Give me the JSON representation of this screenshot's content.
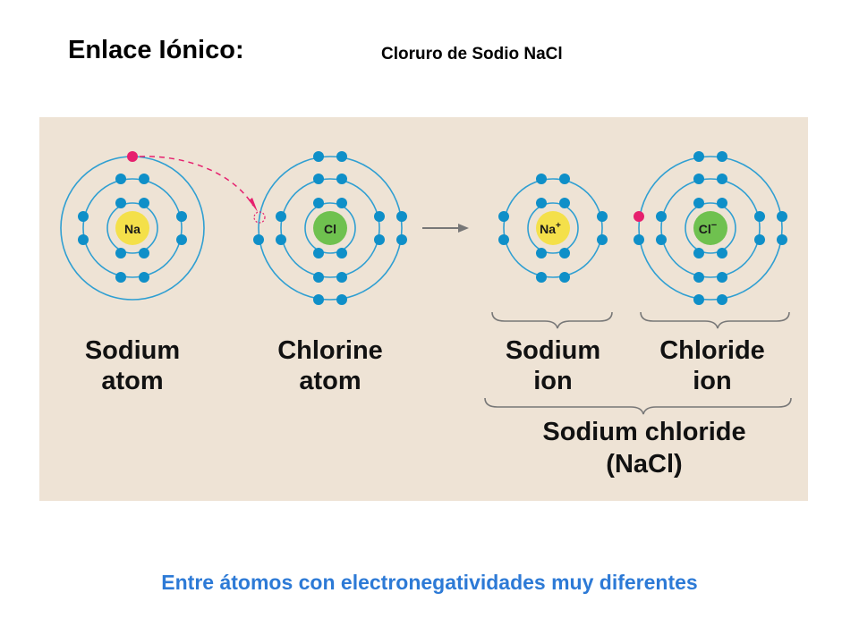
{
  "header": {
    "title": "Enlace Iónico:",
    "subtitle": "Cloruro de Sodio NaCl"
  },
  "diagram": {
    "atoms": [
      {
        "nucleus": "Na",
        "label_line1": "Sodium",
        "label_line2": "atom"
      },
      {
        "nucleus": "Cl",
        "label_line1": "Chlorine",
        "label_line2": "atom"
      },
      {
        "nucleus": "Na",
        "superscript": "+",
        "label_line1": "Sodium",
        "label_line2": "ion"
      },
      {
        "nucleus": "Cl",
        "superscript": "−",
        "label_line1": "Chloride",
        "label_line2": "ion"
      }
    ],
    "compound_line1": "Sodium chloride",
    "compound_line2": "(NaCl)",
    "colors": {
      "background": "#eee3d5",
      "shell": "#2f9fd2",
      "electron": "#0f8fc8",
      "transferred_electron": "#e6206e",
      "sodium_nucleus": "#f4e04a",
      "chlorine_nucleus": "#6fc14f"
    }
  },
  "footer": {
    "caption": "Entre átomos con electronegatividades muy diferentes"
  }
}
